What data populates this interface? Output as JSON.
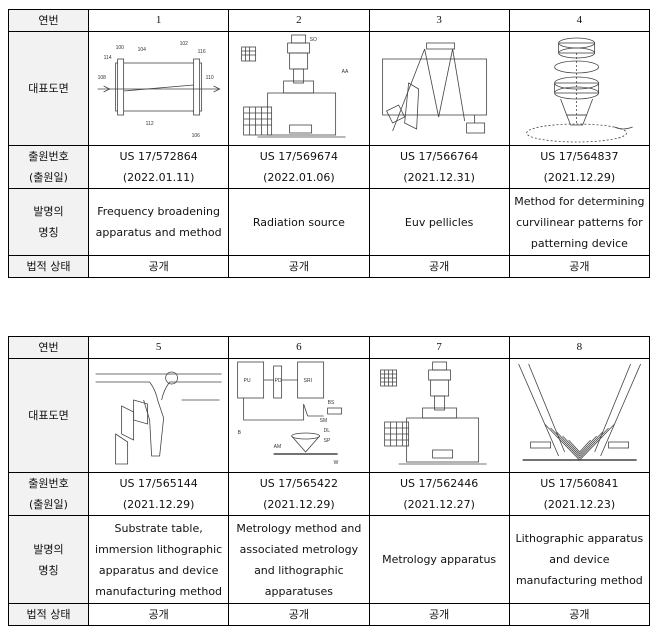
{
  "labels": {
    "seq": "연번",
    "figure": "대표도면",
    "app_no_1": "출원번호",
    "app_no_2": "(출원일)",
    "title_1": "발명의",
    "title_2": "명칭",
    "status": "법적 상태"
  },
  "table1": [
    {
      "num": "1",
      "app_no": "US 17/572864",
      "date": "(2022.01.11)",
      "title": "Frequency broadening apparatus and method",
      "status": "공개",
      "fig_labels": [
        "100",
        "104",
        "102",
        "114",
        "116",
        "108",
        "110",
        "112",
        "106"
      ]
    },
    {
      "num": "2",
      "app_no": "US 17/569674",
      "date": "(2022.01.06)",
      "title": "Radiation source",
      "status": "공개",
      "fig_labels": [
        "SO",
        "AA"
      ]
    },
    {
      "num": "3",
      "app_no": "US 17/566764",
      "date": "(2021.12.31)",
      "title": "Euv pellicles",
      "status": "공개"
    },
    {
      "num": "4",
      "app_no": "US 17/564837",
      "date": "(2021.12.29)",
      "title": "Method for determining curvilinear patterns for patterning device",
      "status": "공개"
    }
  ],
  "table2": [
    {
      "num": "5",
      "app_no": "US 17/565144",
      "date": "(2021.12.29)",
      "title": "Substrate table, immersion lithographic apparatus and device manufacturing method",
      "status": "공개"
    },
    {
      "num": "6",
      "app_no": "US 17/565422",
      "date": "(2021.12.29)",
      "title": "Metrology method and associated metrology and lithographic apparatuses",
      "status": "공개",
      "fig_labels": [
        "PU",
        "PD",
        "SRI",
        "BS",
        "B",
        "SM",
        "DL",
        "SP",
        "W",
        "AM"
      ]
    },
    {
      "num": "7",
      "app_no": "US 17/562446",
      "date": "(2021.12.27)",
      "title": "Metrology apparatus",
      "status": "공개"
    },
    {
      "num": "8",
      "app_no": "US 17/560841",
      "date": "(2021.12.23)",
      "title": "Lithographic apparatus and device manufacturing method",
      "status": "공개"
    }
  ]
}
